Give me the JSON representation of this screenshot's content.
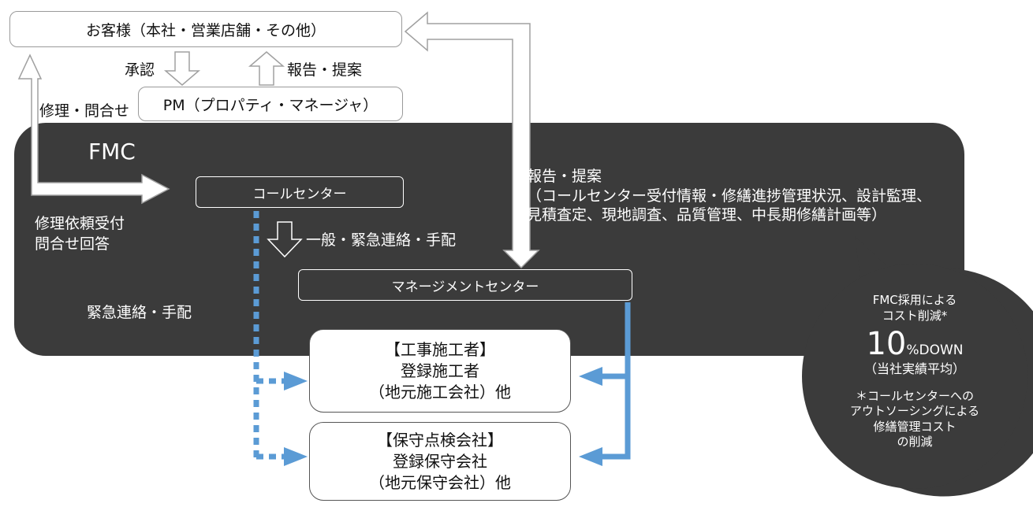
{
  "customer_box": "お客様（本社・営業店舗・その他）",
  "approval_label": "承認",
  "report_proposal_label_top": "報告・提案",
  "repair_inquiry_label": "修理・問合せ",
  "pm_box": "PM（プロパティ・マネージャ）",
  "fmc_title": "FMC",
  "call_center_box": "コールセンター",
  "repair_request_lines": [
    "修理依頼受付",
    "問合せ回答"
  ],
  "general_emergency_label": "一般・緊急連絡・手配",
  "emergency_label": "緊急連絡・手配",
  "management_center_box": "マネージメントセンター",
  "report_detail_lines": [
    "報告・提案",
    "（コールセンター受付情報・修繕進捗管理状況、設計監理、",
    "見積査定、現地調査、品質管理、中長期修繕計画等）"
  ],
  "contractor_box": {
    "lines": [
      "【工事施工者】",
      "登録施工者",
      "（地元施工会社）他"
    ]
  },
  "maintenance_box": {
    "lines": [
      "【保守点検会社】",
      "登録保守会社",
      "（地元保守会社）他"
    ]
  },
  "bubble": {
    "line1": "FMC採用による",
    "line2": "コスト削減*",
    "big_number": "10",
    "big_suffix": "%DOWN",
    "line4": "（当社実績平均）",
    "note_lines": [
      "＊コールセンターへの",
      "アウトソーシングによる",
      "修繕管理コスト",
      "の削減"
    ]
  },
  "colors": {
    "panel": "#3b3b3b",
    "accent_blue": "#5b9bd5",
    "arrow_gray": "#9a9a9a"
  }
}
